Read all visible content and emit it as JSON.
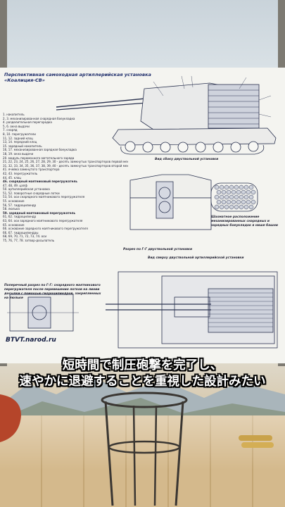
{
  "document": {
    "title_line1": "Перспективная самоходная артиллерийская установка",
    "title_line2": "«Коалиция-СВ»",
    "legend": [
      "1. накопитель",
      "2, 3. механизированная снарядная боеукладка",
      "4. разделительная перегородка",
      "5, 6. окна выдачи",
      "7. снаряд",
      "8, 10. перегружатели",
      "11, 12. задний клоц",
      "13, 14. передний клоц",
      "15. зарядный накопитель",
      "16, 17. механизированная зарядная боеукладка",
      "18, 19. окна выдачи",
      "20. модуль переменного метательного заряда",
      "21, 22, 23, 24, 25, 26, 27, 28, 29, 30 - десять замкнутых транспортеров первой механизированной зарядной боеукладки",
      "31, 32, 33, 34, 35, 36, 37, 38, 39, 40 - десять замкнутых транспортеров второй механизированной зарядной боеукладки",
      "41. ячейка замкнутого транспортера",
      "42, 43. перегружатель",
      "44, 45. клоц",
      "46. снарядный маятниковый перегружатель",
      "47, 48, 49. цапф",
      "50. артиллерийская установка",
      "51, 52. поворотные снарядные лотки",
      "53, 54. оси снарядного маятникового перегружателя",
      "55. основание",
      "56, 57. гидроцилиндр",
      "58. люлька",
      "59. зарядный маятниковый перегружатель",
      "61, 62. гидроцилиндр",
      "63, 64. оси зарядного маятникового перегружателя",
      "65. основание",
      "66. основание зарядного маятникового перегружателя",
      "66, 67. гидроцилиндры",
      "68, 69, 70, 71, 72, 73, 74. оси",
      "75, 76, 77, 78. затвор-досылатель"
    ],
    "caption_side": "Вид сбоку двуствольной установки",
    "caption_section": "Разрез по Г-Г двуствольной установки",
    "caption_top": "Вид сверху двуствольной артиллерийской установки",
    "caption_loading": "Шахматное расположение механизированных снарядных и зарядных боеукладок в нише башни",
    "caption_cross": "Поперечный разрез по Г-Г: снарядного маятникового перегружателя после перевешения лотков на линии досылки с помощью гидроцилиндров, закрепленных на люльке",
    "watermark": "BTVT.narod.ru"
  },
  "subtitle": {
    "line1": "短時間で制圧砲撃を完了し、",
    "line2": "速やかに退避することを重視した設計みたい"
  }
}
